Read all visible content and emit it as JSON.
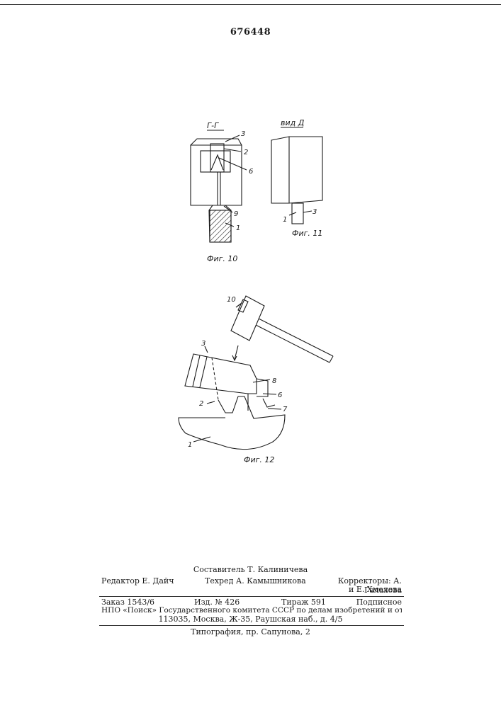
{
  "patent_number": "676448",
  "fig10": {
    "section_label": "Г-Г",
    "caption": "Фиг. 10",
    "labels": [
      "3",
      "2",
      "6",
      "9",
      "1"
    ]
  },
  "fig11": {
    "view_label": "вид Д",
    "caption": "Фиг. 11",
    "labels": [
      "1",
      "3"
    ]
  },
  "fig12": {
    "caption": "Фиг. 12",
    "labels": [
      "10",
      "3",
      "8",
      "6",
      "2",
      "7",
      "1"
    ]
  },
  "imprint": {
    "compiler": "Составитель Т. Калиничева",
    "editor": "Редактор Е. Дайч",
    "techred": "Техред А. Камышникова",
    "correctors_1": "Корректоры: А. Галахова",
    "correctors_2": "и Е. Хмелева",
    "order": "Заказ 1543/6",
    "edition": "Изд. № 426",
    "circulation": "Тираж 591",
    "subscription": "Подписное",
    "org_line": "НПО «Поиск» Государственного комитета СССР по делам изобретений и открытий",
    "address": "113035, Москва, Ж-35, Раушская наб., д. 4/5",
    "printer": "Типография, пр. Сапунова, 2"
  }
}
